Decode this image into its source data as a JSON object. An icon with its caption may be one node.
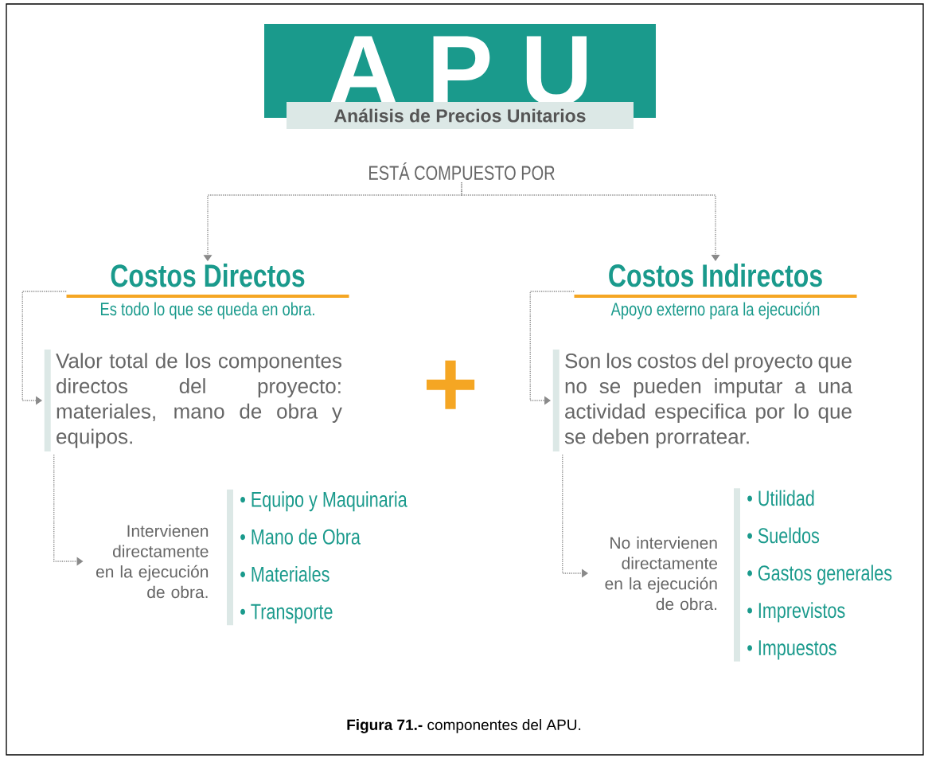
{
  "diagram": {
    "caption": "**Figura 71.-** componentes del APU.",
    "nodes": [
      {
        "text": [
          "A P U",
          "Análisis de Precios Unitarios"
        ]
      },
      {
        "text": [
          "ESTÁ COMPUESTO POR"
        ]
      },
      {
        "text": [
          "Costos Directos",
          "Es todo lo que se queda en obra."
        ]
      },
      {
        "text": [
          "Valor total de los componentes directos del proyecto: materiales, mano de obra y equipos."
        ]
      },
      {
        "text": [
          "Intervienen directamente en la ejecución de obra."
        ]
      },
      {
        "text": [
          "• Equipo y Maquinaria",
          "• Mano de Obra",
          "• Materiales",
          "• Transporte"
        ]
      },
      {
        "text": [
          "Costos Indirectos",
          "Apoyo externo para la ejecución"
        ]
      },
      {
        "text": [
          "Son los costos del proyecto que no se pueden imputar a una actividad especifica por lo que se deben prorratear."
        ]
      },
      {
        "text": [
          "No intervienen directamente en la ejecución de obra."
        ]
      },
      {
        "text": [
          "• Utilidad",
          "• Sueldos",
          "• Gastos generales",
          "• Imprevistos",
          "• Impuestos"
        ]
      }
    ],
    "edges": [
      {
        "from": 1,
        "to": 2,
        "arrow": "to"
      },
      {
        "from": 1,
        "to": 6,
        "arrow": "to"
      },
      {
        "from": 2,
        "to": 3,
        "arrow": "to"
      },
      {
        "from": 3,
        "to": 4,
        "arrow": "to"
      },
      {
        "from": 6,
        "to": 7,
        "arrow": "to"
      },
      {
        "from": 7,
        "to": 8,
        "arrow": "to"
      }
    ],
    "labels": [
      "+"
    ]
  }
}
